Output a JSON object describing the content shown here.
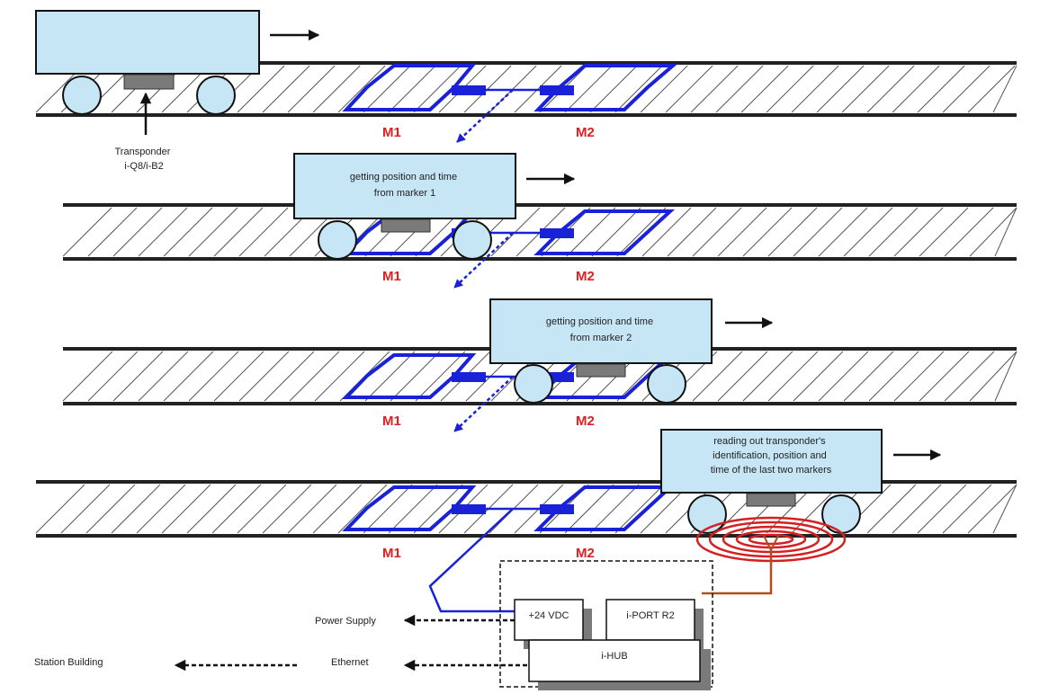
{
  "transponder_label": [
    "Transponder",
    "i-Q8/i-B2"
  ],
  "markers": {
    "m1": "M1",
    "m2": "M2"
  },
  "stages": [
    {
      "caption": []
    },
    {
      "caption": [
        "getting position and time",
        "from marker 1"
      ]
    },
    {
      "caption": [
        "getting position and time",
        "from marker 2"
      ]
    },
    {
      "caption": [
        "reading out transponder's",
        "identification, position and",
        "time of the last two markers"
      ]
    }
  ],
  "equipment": {
    "power": "+24 VDC",
    "port": "i-PORT R2",
    "hub": "i-HUB"
  },
  "connections": {
    "power_supply": "Power Supply",
    "ethernet": "Ethernet",
    "station_building": "Station Building"
  },
  "colors": {
    "wagon": "#c6e6f5",
    "marker_loop": "#1a22d8",
    "marker_label": "#e02020",
    "antenna": "#d42020",
    "cable": "#b0501c",
    "transponder": "#7a7a7a"
  },
  "icons": [
    "direction-arrow-icon",
    "antenna-icon",
    "transponder-icon"
  ]
}
